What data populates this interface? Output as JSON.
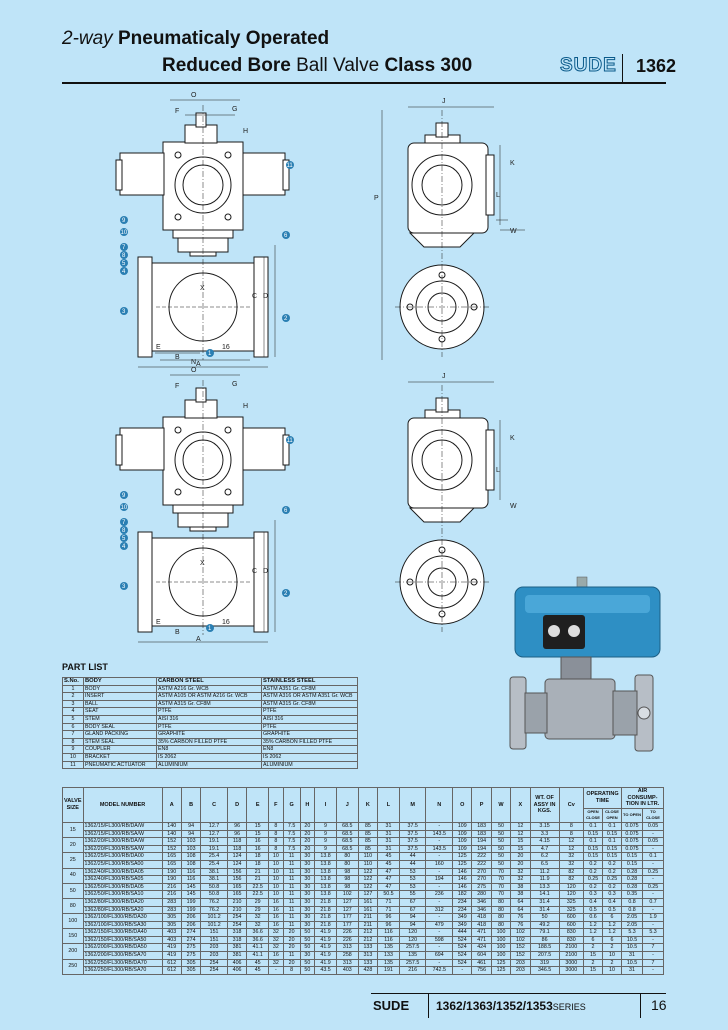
{
  "header": {
    "line1_prefix": "2-way ",
    "line1_bold": "Pneumaticaly Operated",
    "line2_bold1": "Reduced Bore ",
    "line2_normal": "Ball Valve ",
    "line2_bold2": "Class 300",
    "brand": "SUDE",
    "model": "1362"
  },
  "drawing_labels": {
    "top": {
      "O": "O",
      "F": "F",
      "G": "G",
      "H": "H",
      "J": "J",
      "K": "K",
      "L": "L",
      "P": "P",
      "W": "W",
      "X": "X",
      "C": "C",
      "D": "D",
      "E": "E",
      "B": "B",
      "A": "A",
      "dim16": "16"
    },
    "bottom": {
      "N": "N",
      "O": "O",
      "F": "F",
      "G": "G",
      "H": "H",
      "J": "J",
      "K": "K",
      "L": "L",
      "W": "W",
      "X": "X",
      "C": "C",
      "D": "D",
      "E": "E",
      "B": "B",
      "A": "A",
      "dim16": "16"
    },
    "parts": [
      "1",
      "2",
      "3",
      "4",
      "5",
      "6",
      "7",
      "8",
      "9",
      "10",
      "11"
    ]
  },
  "colors": {
    "background": "#bfe4f8",
    "valve_blue": "#2e8fc4",
    "drawing": "#1a1a1a",
    "badge": "#2a7fb3"
  },
  "part_list": {
    "title": "PART LIST",
    "headers": [
      "S.No.",
      "BODY",
      "CARBON STEEL",
      "STAINLESS STEEL"
    ],
    "rows": [
      [
        "1",
        "BODY",
        "ASTM A216 Gr. WCB",
        "ASTM A351 Gr. CF8M"
      ],
      [
        "2",
        "INSERT",
        "ASTM A105 OR ASTM A216 Gr. WCB",
        "ASTM A316 OR ASTM A351 Gr. WCB"
      ],
      [
        "3",
        "BALL",
        "ASTM A315 Gr. CF8M",
        "ASTM A315 Gr. CF8M"
      ],
      [
        "4",
        "SEAT",
        "PTFE",
        "PTFE"
      ],
      [
        "5",
        "STEM",
        "AISI 316",
        "AISI 316"
      ],
      [
        "6",
        "BODY SEAL",
        "PTFE",
        "PTFE"
      ],
      [
        "7",
        "GLAND PACKING",
        "GRAPHITE",
        "GRAPHITE"
      ],
      [
        "8",
        "STEM SEAL",
        "35% CARBON FILLED PTFE",
        "35% CARBON FILLED PTFE"
      ],
      [
        "9",
        "COUPLER",
        "EN8",
        "EN8"
      ],
      [
        "10",
        "BRACKET",
        "IS 2062",
        "IS 2062"
      ],
      [
        "11",
        "PNEUMATIC ACTUATOR",
        "ALUMINIUM",
        "ALUMINIUM"
      ]
    ]
  },
  "dimension_table": {
    "headers": {
      "size": "VALVE SIZE",
      "model": "MODEL NUMBER",
      "cols": [
        "A",
        "B",
        "C",
        "D",
        "E",
        "F",
        "G",
        "H",
        "I",
        "J",
        "K",
        "L",
        "M",
        "N",
        "O",
        "P",
        "W",
        "X"
      ],
      "wt": "WT. OF ASSY IN KGS.",
      "cv": "Cv",
      "op": "OPERATING TIME",
      "op_sub": [
        "OPEN CLOSE",
        "CLOSE OPEN"
      ],
      "air": "AIR CONSUMP- TION IN LTR.",
      "air_sub": [
        "TO OPEN",
        "TO CLOSE"
      ]
    },
    "groups": [
      {
        "size": "15",
        "rows": [
          [
            "1362/15/FL300/RB/DA/W",
            "140",
            "94",
            "12.7",
            "96",
            "15",
            "8",
            "7.5",
            "20",
            "9",
            "68.5",
            "85",
            "31",
            "37.5",
            "-",
            "109",
            "183",
            "50",
            "12",
            "3.15",
            "8",
            "0.1",
            "0.1",
            "0.075",
            "0.05"
          ],
          [
            "1362/15/FL300/RB/SA/W",
            "140",
            "94",
            "12.7",
            "96",
            "15",
            "8",
            "7.5",
            "20",
            "9",
            "68.5",
            "85",
            "31",
            "37.5",
            "143.5",
            "109",
            "183",
            "50",
            "12",
            "3.3",
            "8",
            "0.15",
            "0.15",
            "0.075",
            "-"
          ]
        ]
      },
      {
        "size": "20",
        "rows": [
          [
            "1362/20/FL300/RB/DA/W",
            "152",
            "103",
            "19.1",
            "118",
            "16",
            "8",
            "7.5",
            "20",
            "9",
            "68.5",
            "85",
            "31",
            "37.5",
            "-",
            "109",
            "194",
            "50",
            "15",
            "4.15",
            "12",
            "0.1",
            "0.1",
            "0.075",
            "0.05"
          ],
          [
            "1362/20/FL300/RB/SA/W",
            "152",
            "103",
            "19.1",
            "118",
            "16",
            "8",
            "7.5",
            "20",
            "9",
            "68.5",
            "85",
            "31",
            "37.5",
            "143.5",
            "109",
            "194",
            "50",
            "15",
            "4.7",
            "12",
            "0.15",
            "0.15",
            "0.075",
            "-"
          ]
        ]
      },
      {
        "size": "25",
        "rows": [
          [
            "1362/25/FL300/RB/DA00",
            "165",
            "108",
            "25.4",
            "124",
            "18",
            "10",
            "11",
            "30",
            "13.8",
            "80",
            "110",
            "45",
            "44",
            "-",
            "125",
            "222",
            "50",
            "20",
            "6.2",
            "32",
            "0.15",
            "0.15",
            "0.15",
            "0.1"
          ],
          [
            "1362/25/FL300/RB/SA00",
            "165",
            "108",
            "25.4",
            "124",
            "18",
            "10",
            "11",
            "30",
            "13.8",
            "80",
            "110",
            "45",
            "44",
            "160",
            "125",
            "222",
            "50",
            "20",
            "6.5",
            "32",
            "0.2",
            "0.2",
            "0.15",
            "-"
          ]
        ]
      },
      {
        "size": "40",
        "rows": [
          [
            "1362/40/FL300/RB/DA05",
            "190",
            "116",
            "38.1",
            "156",
            "21",
            "10",
            "11",
            "30",
            "13.8",
            "98",
            "122",
            "47",
            "53",
            "-",
            "146",
            "270",
            "70",
            "32",
            "11.2",
            "82",
            "0.2",
            "0.2",
            "0.28",
            "0.25"
          ],
          [
            "1362/40/FL300/RB/SA05",
            "190",
            "116",
            "38.1",
            "156",
            "21",
            "10",
            "11",
            "30",
            "13.8",
            "98",
            "122",
            "47",
            "53",
            "194",
            "146",
            "270",
            "70",
            "32",
            "11.9",
            "82",
            "0.25",
            "0.25",
            "0.28",
            "-"
          ]
        ]
      },
      {
        "size": "50",
        "rows": [
          [
            "1362/50/FL300/RB/DA05",
            "216",
            "145",
            "50.8",
            "165",
            "22.5",
            "10",
            "11",
            "30",
            "13.8",
            "98",
            "122",
            "47",
            "53",
            "-",
            "146",
            "275",
            "70",
            "38",
            "13.3",
            "120",
            "0.2",
            "0.2",
            "0.28",
            "0.25"
          ],
          [
            "1362/50/FL300/RB/SA10",
            "216",
            "145",
            "50.8",
            "165",
            "22.5",
            "10",
            "11",
            "30",
            "13.8",
            "102",
            "127",
            "50.5",
            "55",
            "236",
            "182",
            "280",
            "70",
            "38",
            "14.1",
            "120",
            "0.3",
            "0.3",
            "0.35",
            "-"
          ]
        ]
      },
      {
        "size": "80",
        "rows": [
          [
            "1362/80/FL300/RB/DA20",
            "283",
            "199",
            "76.2",
            "210",
            "29",
            "16",
            "11",
            "30",
            "21.8",
            "127",
            "161",
            "71",
            "67",
            "-",
            "234",
            "346",
            "80",
            "64",
            "31.4",
            "325",
            "0.4",
            "0.4",
            "0.8",
            "0.7"
          ],
          [
            "1362/80/FL300/RB/SA20",
            "283",
            "199",
            "76.2",
            "210",
            "29",
            "16",
            "11",
            "30",
            "21.8",
            "127",
            "161",
            "71",
            "67",
            "312",
            "234",
            "346",
            "80",
            "64",
            "31.4",
            "325",
            "0.5",
            "0.5",
            "0.8",
            "-"
          ]
        ]
      },
      {
        "size": "100",
        "rows": [
          [
            "1362/100/FL300/RB/DA30",
            "305",
            "206",
            "101.2",
            "254",
            "32",
            "16",
            "11",
            "30",
            "21.8",
            "177",
            "211",
            "96",
            "94",
            "-",
            "349",
            "418",
            "80",
            "76",
            "50",
            "600",
            "0.6",
            "6",
            "2.05",
            "1.9"
          ],
          [
            "1362/100/FL300/RB/SA30",
            "305",
            "206",
            "101.2",
            "254",
            "32",
            "16",
            "11",
            "30",
            "21.8",
            "177",
            "211",
            "96",
            "94",
            "479",
            "349",
            "418",
            "80",
            "76",
            "49.2",
            "600",
            "1.2",
            "1.2",
            "2.05",
            "-"
          ]
        ]
      },
      {
        "size": "150",
        "rows": [
          [
            "1362/150/FL300/RB/DA40",
            "403",
            "274",
            "151",
            "318",
            "36.6",
            "32",
            "20",
            "50",
            "41.9",
            "226",
            "212",
            "116",
            "120",
            "-",
            "444",
            "471",
            "100",
            "102",
            "79.1",
            "830",
            "1.2",
            "1.2",
            "5.3",
            "5.3"
          ],
          [
            "1362/150/FL300/RB/SA50",
            "403",
            "274",
            "151",
            "318",
            "36.6",
            "32",
            "20",
            "50",
            "41.9",
            "226",
            "212",
            "116",
            "120",
            "598",
            "524",
            "471",
            "100",
            "102",
            "86",
            "830",
            "6",
            "6",
            "10.5",
            "-"
          ]
        ]
      },
      {
        "size": "200",
        "rows": [
          [
            "1362/200/FL300/RB/DA50",
            "419",
            "275",
            "203",
            "381",
            "41.1",
            "32",
            "20",
            "50",
            "41.9",
            "313",
            "133",
            "135",
            "257.5",
            "-",
            "524",
            "424",
            "100",
            "152",
            "188.5",
            "2100",
            "2",
            "2",
            "10.5",
            "7"
          ],
          [
            "1362/200/FL300/RB/SA70",
            "419",
            "275",
            "203",
            "381",
            "41.1",
            "16",
            "11",
            "30",
            "41.9",
            "258",
            "313",
            "133",
            "135",
            "694",
            "524",
            "604",
            "100",
            "152",
            "207.5",
            "2100",
            "15",
            "10",
            "31",
            "-"
          ]
        ]
      },
      {
        "size": "250",
        "rows": [
          [
            "1362/250/FL300/RB/DA70",
            "612",
            "305",
            "254",
            "406",
            "45",
            "32",
            "20",
            "50",
            "41.9",
            "313",
            "133",
            "135",
            "257.5",
            "-",
            "524",
            "461",
            "125",
            "203",
            "319",
            "3000",
            "2",
            "2",
            "10.5",
            "7"
          ],
          [
            "1362/250/FL300/RB/SA70",
            "612",
            "305",
            "254",
            "406",
            "45",
            "-",
            "8",
            "50",
            "43.5",
            "403",
            "428",
            "191",
            "216",
            "742.5",
            "-",
            "756",
            "125",
            "203",
            "346.5",
            "3000",
            "15",
            "10",
            "31",
            "-"
          ]
        ]
      }
    ]
  },
  "footer": {
    "brand": "SUDE",
    "series_bold": "1362/1363/1352/1353",
    "series_suffix": "SERIES",
    "page": "16"
  }
}
